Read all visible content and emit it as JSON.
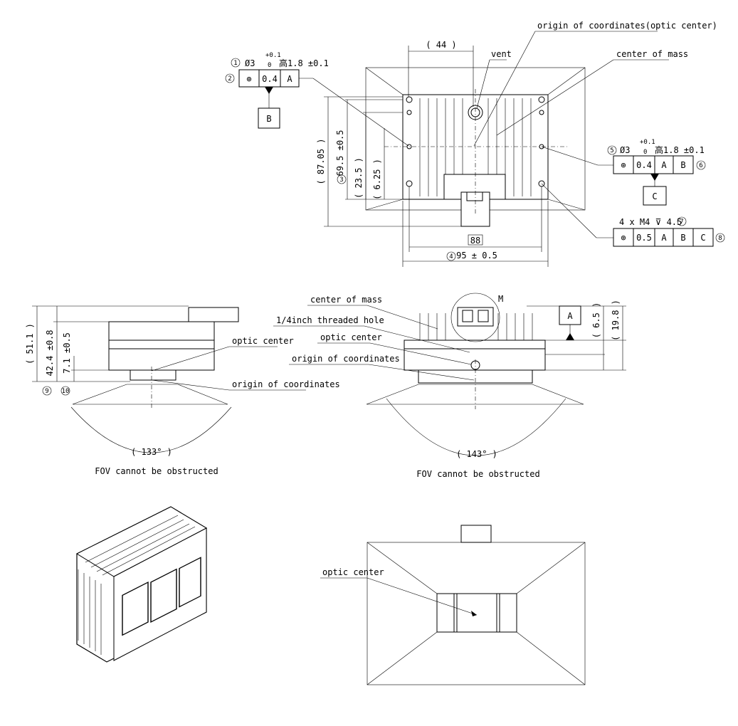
{
  "top_view": {
    "origin_label": "origin of coordinates(optic center)",
    "vent_label": "vent",
    "com_label": "center of mass",
    "dim_44": "( 44 )",
    "dim_8705": "( 87.05 )",
    "dim_695": "69.5 ±0.5",
    "dim_235": "( 23.5 )",
    "dim_625": "( 6.25 )",
    "dim_88": "88",
    "dim_95": "95 ± 0.5",
    "note1": {
      "num": "1",
      "spec": "Ø3",
      "tol_up": "+0.1",
      "tol_low": "0",
      "depth": "高1.8 ±0.1",
      "frame": {
        "num": "2",
        "sym": "⊕",
        "val": "0.4",
        "datum": "A"
      },
      "datum_label": "B"
    },
    "note5": {
      "num": "5",
      "spec": "Ø3",
      "tol_up": "+0.1",
      "tol_low": "0",
      "depth": "高1.8 ±0.1",
      "frame": {
        "sym": "⊕",
        "val": "0.4",
        "d1": "A",
        "d2": "B",
        "num": "6"
      },
      "datum_label": "C"
    },
    "note7": {
      "spec": "4 x M4 ⊽ 4.5",
      "num": "7",
      "frame": {
        "sym": "⊕",
        "val": "0.5",
        "d1": "A",
        "d2": "B",
        "d3": "C",
        "num": "8"
      }
    },
    "circ_3": "3",
    "circ_4": "4"
  },
  "side_left": {
    "optic_label": "optic center",
    "origin_label": "origin of coordinates",
    "dim_511": "( 51.1 )",
    "dim_424": "42.4 ±0.8",
    "dim_71": "7.1 ±0.5",
    "circ_9": "9",
    "circ_10": "10",
    "angle": "( 133° )",
    "fov": "FOV cannot be obstructed"
  },
  "side_right": {
    "com_label": "center of mass",
    "hole_label": "1/4inch threaded hole",
    "optic_label": "optic center",
    "origin_label": "origin of coordinates",
    "detail": "M",
    "datum_a": "A",
    "dim_65": "( 6.5 )",
    "dim_198": "( 19.8 )",
    "angle": "( 143° )",
    "fov": "FOV cannot be obstructed"
  },
  "front_view": {
    "optic_label": "optic center"
  }
}
